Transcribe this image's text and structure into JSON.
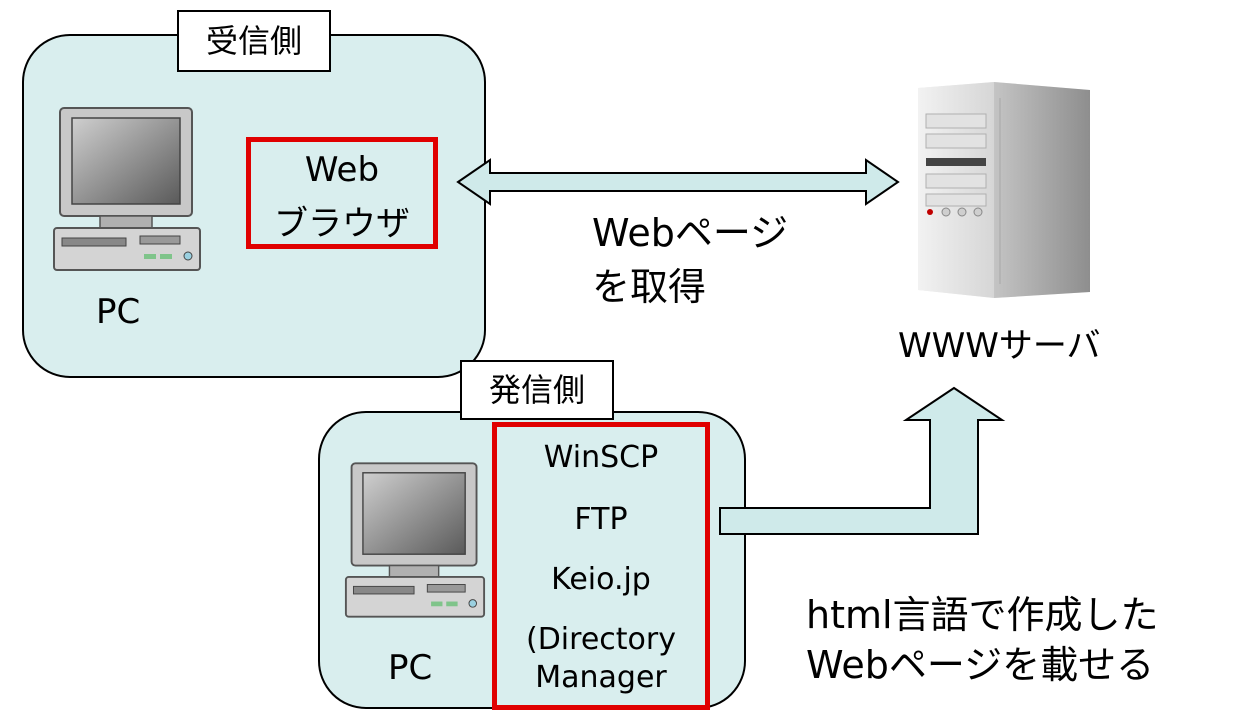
{
  "receiver": {
    "label": "受信側",
    "pc_label": "PC",
    "browser_line1": "Web",
    "browser_line2": "ブラウザ"
  },
  "sender": {
    "label": "発信側",
    "pc_label": "PC",
    "tools": [
      "WinSCP",
      "FTP",
      "Keio.jp",
      "(Directory",
      "Manager"
    ]
  },
  "server": {
    "label": "WWWサーバ"
  },
  "arrows": {
    "get_line1": "Webページ",
    "get_line2": "を取得",
    "upload_line1": "html言語で作成した",
    "upload_line2": "Webページを載せる"
  },
  "colors": {
    "group_fill": "#d9eeee",
    "highlight": "#e00000",
    "arrow_fill": "#cfeaea"
  }
}
